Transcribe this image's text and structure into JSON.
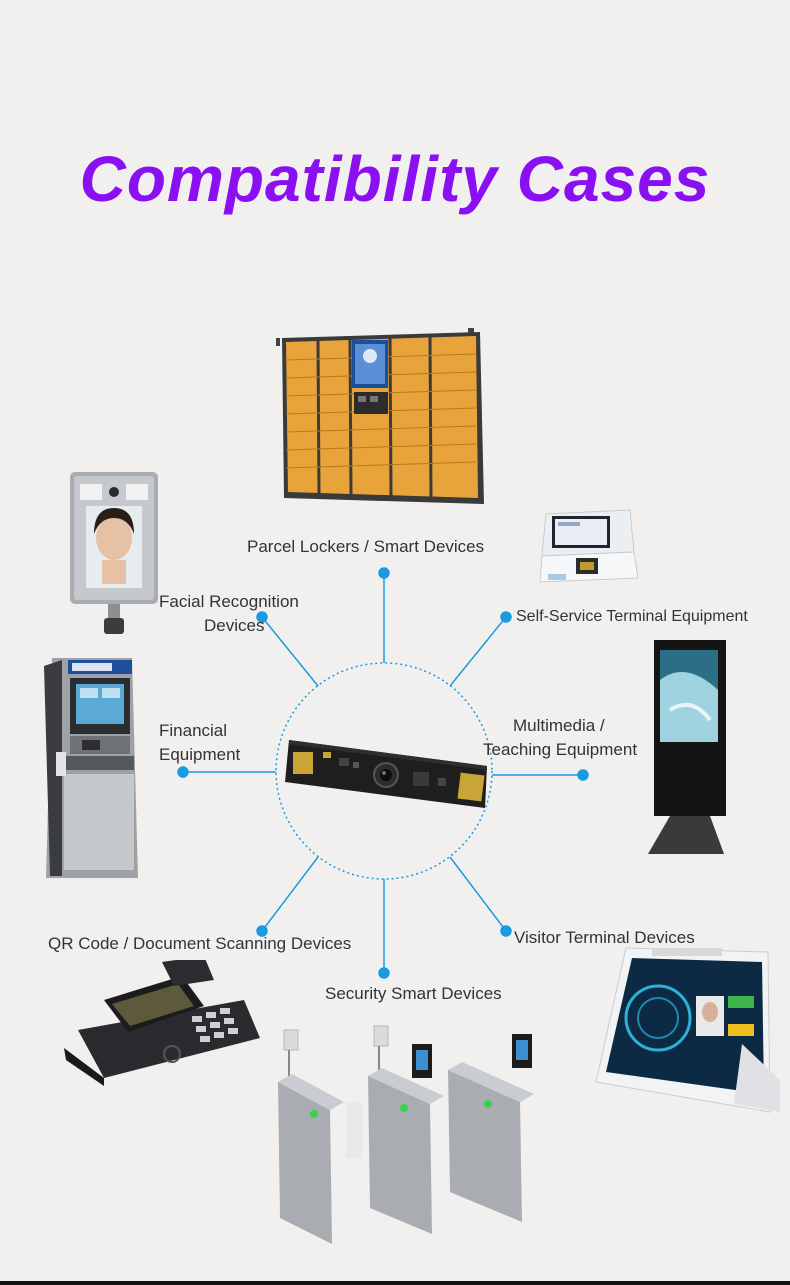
{
  "title": "Compatibility Cases",
  "labels": {
    "parcel_lockers": "Parcel Lockers / Smart Devices",
    "facial_recognition_1": "Facial Recognition",
    "facial_recognition_2": "Devices",
    "self_service": "Self-Service Terminal Equipment",
    "financial_1": "Financial",
    "financial_2": "Equipment",
    "multimedia_1": "Multimedia /",
    "multimedia_2": "Teaching Equipment",
    "qr_code": "QR Code / Document Scanning Devices",
    "visitor": "Visitor Terminal Devices",
    "security": "Security Smart Devices"
  },
  "colors": {
    "title": "#8a10f2",
    "connector": "#1a9be0",
    "locker": "#e8a43a"
  },
  "icons": [
    "camera-module-image",
    "parcel-locker-image",
    "face-recognition-terminal-image",
    "self-service-kiosk-image",
    "atm-image",
    "digital-signage-image",
    "pos-terminal-image",
    "visitor-tablet-image",
    "turnstile-gates-image"
  ]
}
